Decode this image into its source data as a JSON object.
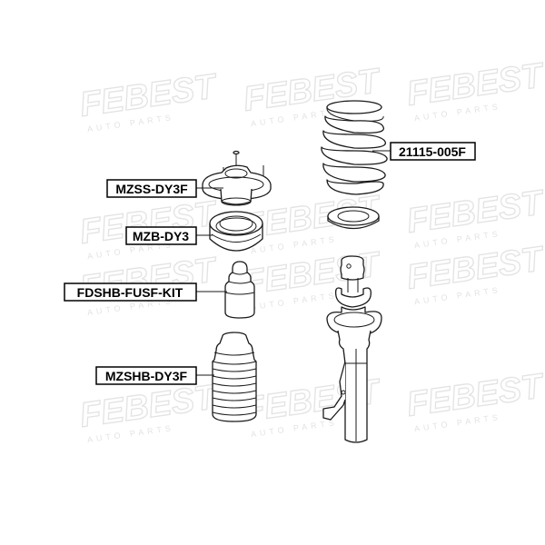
{
  "watermark": {
    "brand": "FEBEST",
    "tagline": "AUTO PARTS"
  },
  "labels": {
    "top_mount": "MZSS-DY3F",
    "bearing": "MZB-DY3",
    "bump_stop": "FDSHB-FUSF-KIT",
    "boot": "MZSHB-DY3F",
    "spring": "21115-005F"
  }
}
